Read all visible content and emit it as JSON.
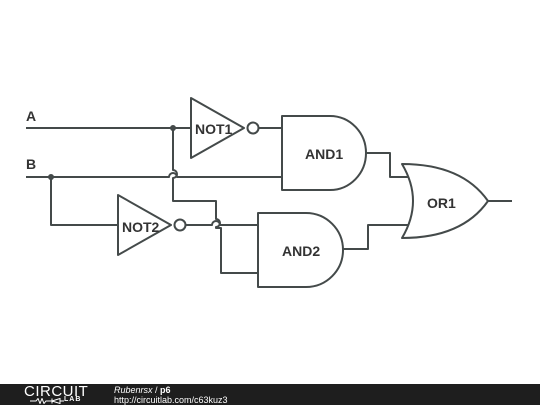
{
  "diagram": {
    "inputs": [
      "A",
      "B"
    ],
    "gates": {
      "not1": "NOT1",
      "not2": "NOT2",
      "and1": "AND1",
      "and2": "AND2",
      "or1": "OR1"
    }
  },
  "footer": {
    "logo_main": "CIRCUIT",
    "logo_sub": "LAB",
    "author": "Rubenrsx",
    "separator": " / ",
    "title": "p6",
    "url": "http://circuitlab.com/c63kuz3"
  },
  "colors": {
    "wire": "#444a4a",
    "footer_bg": "#1e1e1e"
  }
}
